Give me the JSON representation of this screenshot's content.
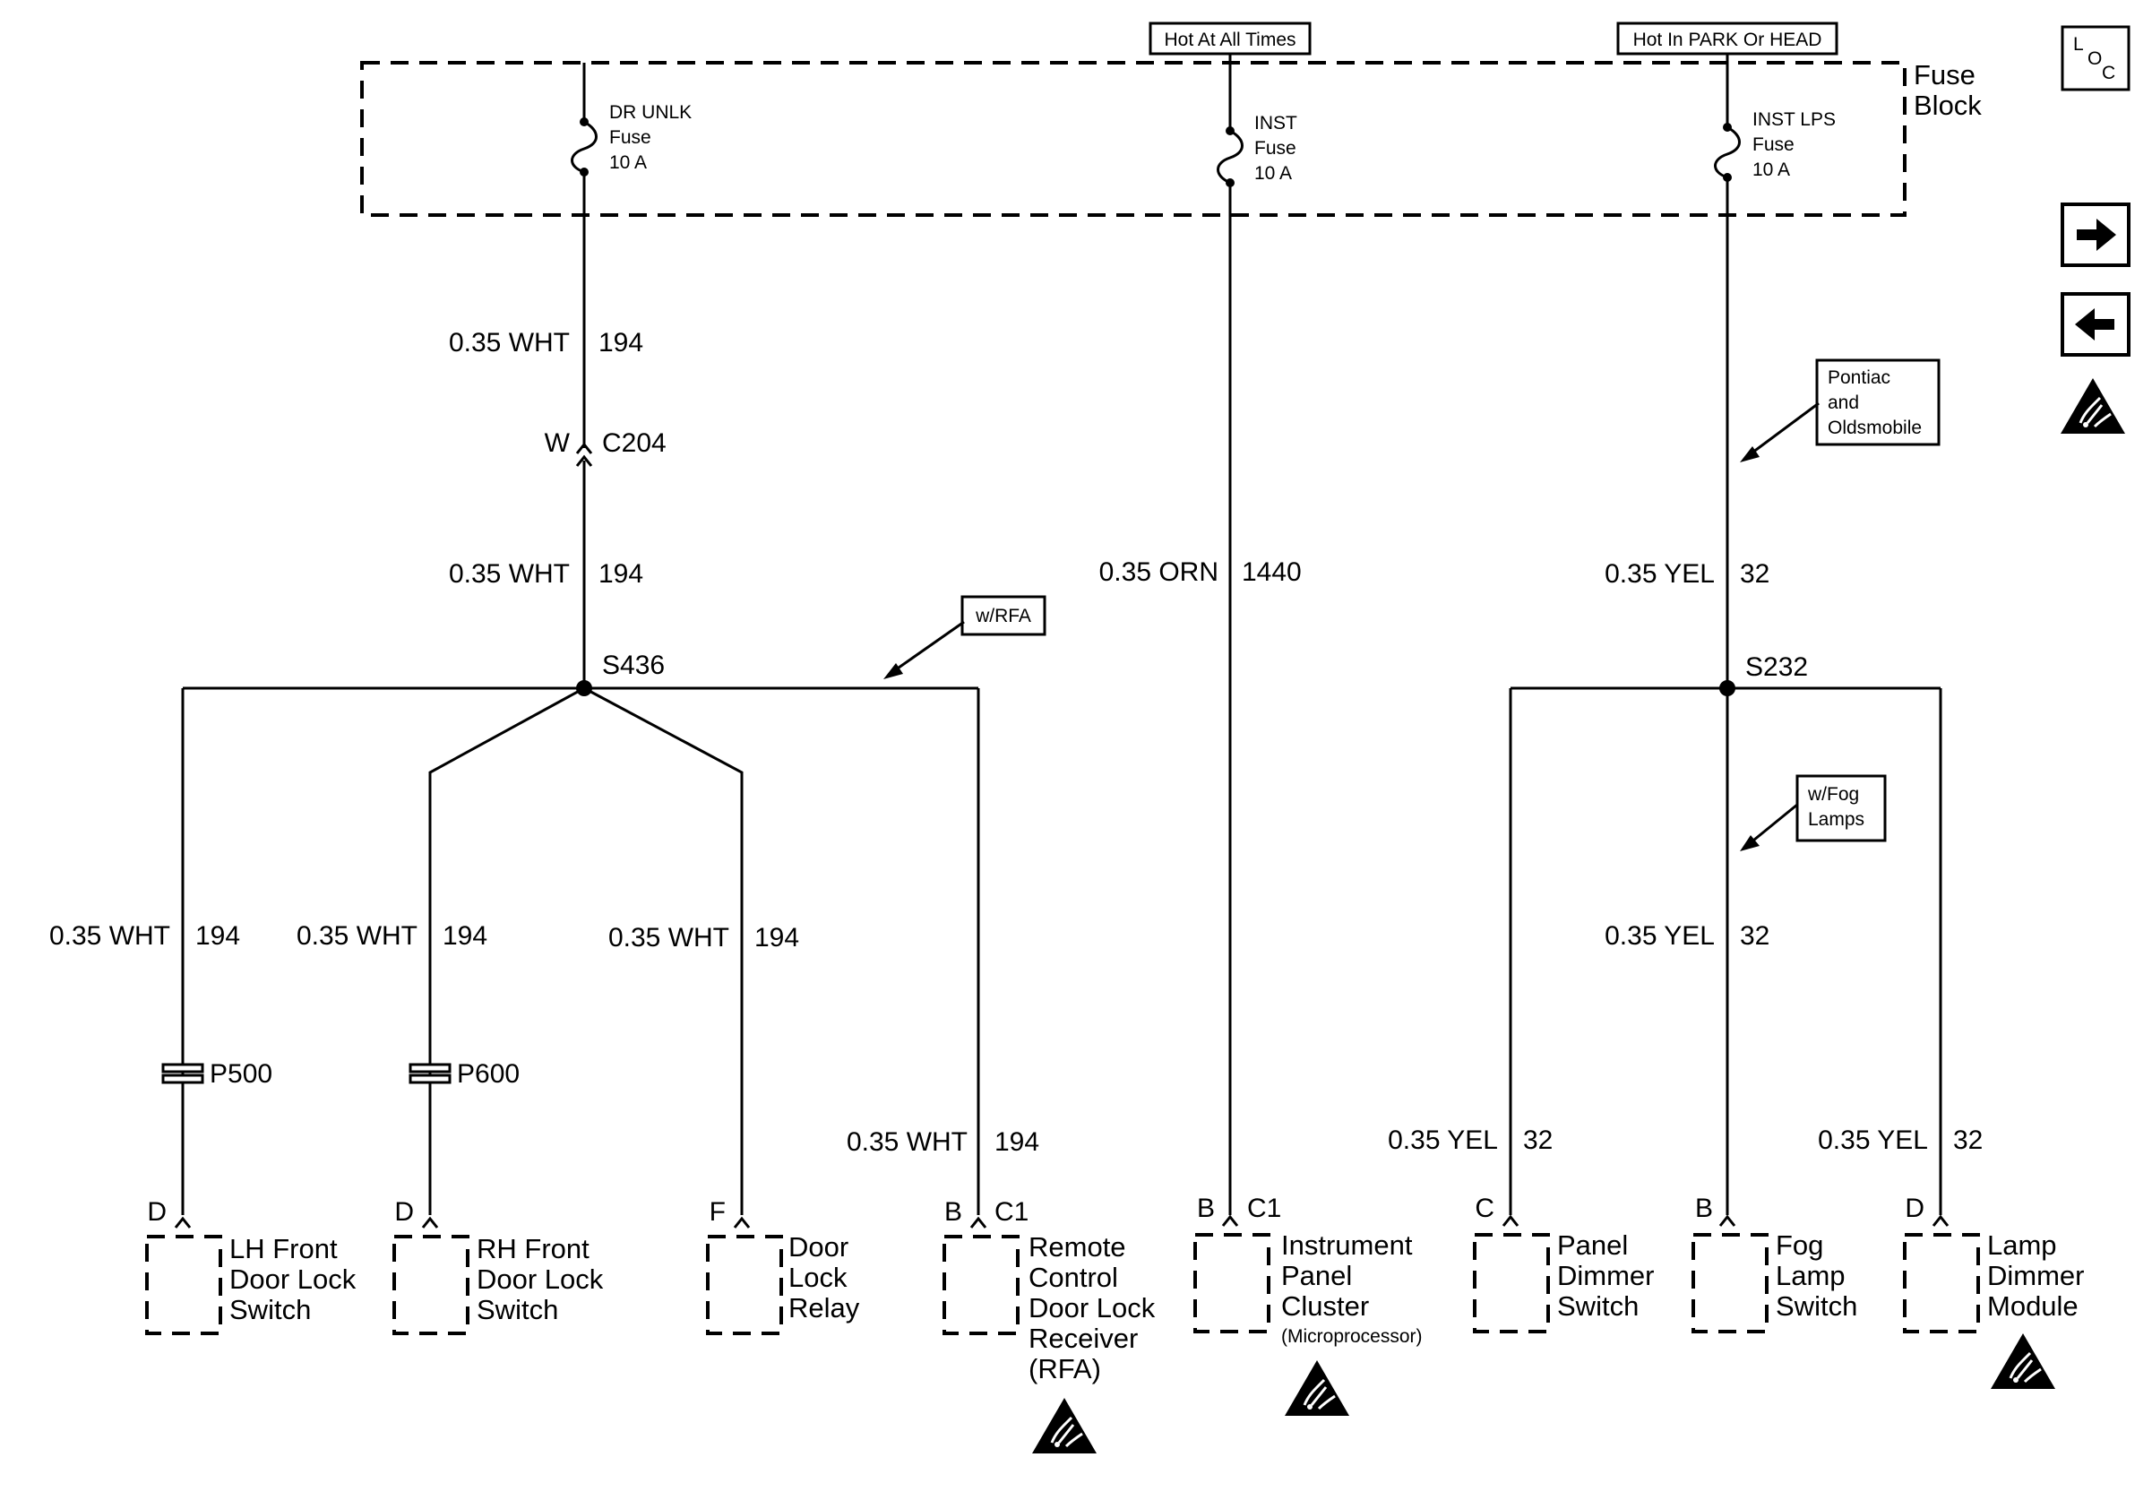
{
  "power_sources": {
    "hot_at_all_times": "Hot At All Times",
    "hot_in_park_or_head": "Hot In PARK Or HEAD"
  },
  "fuse_block": {
    "label_line1": "Fuse",
    "label_line2": "Block",
    "fuses": [
      {
        "name": "DR UNLK",
        "word": "Fuse",
        "rating": "10 A"
      },
      {
        "name": "INST",
        "word": "Fuse",
        "rating": "10 A"
      },
      {
        "name": "INST LPS",
        "word": "Fuse",
        "rating": "10 A"
      }
    ]
  },
  "loc_icon": {
    "l": "L",
    "o": "O",
    "c": "C"
  },
  "nav": {
    "next_icon": "arrow-right-icon",
    "prev_icon": "arrow-left-icon",
    "esd_icon": "esd-warning-icon"
  },
  "circuit_194": {
    "wire_a": {
      "gauge_color": "0.35 WHT",
      "number": "194"
    },
    "connector": {
      "pin": "W",
      "name": "C204"
    },
    "wire_b": {
      "gauge_color": "0.35 WHT",
      "number": "194"
    },
    "splice": "S436",
    "note": "w/RFA",
    "branches": [
      {
        "gauge_color": "0.35 WHT",
        "number": "194",
        "inline": "P500",
        "pin": "D",
        "component": [
          "LH Front",
          "Door Lock",
          "Switch"
        ]
      },
      {
        "gauge_color": "0.35 WHT",
        "number": "194",
        "inline": "P600",
        "pin": "D",
        "component": [
          "RH Front",
          "Door Lock",
          "Switch"
        ]
      },
      {
        "gauge_color": "0.35 WHT",
        "number": "194",
        "pin": "F",
        "component": [
          "Door",
          "Lock",
          "Relay"
        ]
      },
      {
        "gauge_color": "0.35 WHT",
        "number": "194",
        "pin": "B",
        "connector": "C1",
        "component": [
          "Remote",
          "Control",
          "Door Lock",
          "Receiver",
          "(RFA)"
        ]
      }
    ]
  },
  "circuit_1440": {
    "wire": {
      "gauge_color": "0.35 ORN",
      "number": "1440"
    },
    "pin": "B",
    "connector": "C1",
    "component": [
      "Instrument",
      "Panel",
      "Cluster"
    ],
    "component_note": "(Microprocessor)"
  },
  "circuit_32": {
    "note_brand": [
      "Pontiac",
      "and",
      "Oldsmobile"
    ],
    "wire": {
      "gauge_color": "0.35 YEL",
      "number": "32"
    },
    "splice": "S232",
    "note_fog": [
      "w/Fog",
      "Lamps"
    ],
    "branches": [
      {
        "gauge_color": "0.35 YEL",
        "number": "32",
        "pin": "C",
        "component": [
          "Panel",
          "Dimmer",
          "Switch"
        ]
      },
      {
        "gauge_color": "0.35 YEL",
        "number": "32",
        "pin": "B",
        "component": [
          "Fog",
          "Lamp",
          "Switch"
        ]
      },
      {
        "gauge_color": "0.35 YEL",
        "number": "32",
        "pin": "D",
        "component": [
          "Lamp",
          "Dimmer",
          "Module"
        ]
      }
    ]
  }
}
